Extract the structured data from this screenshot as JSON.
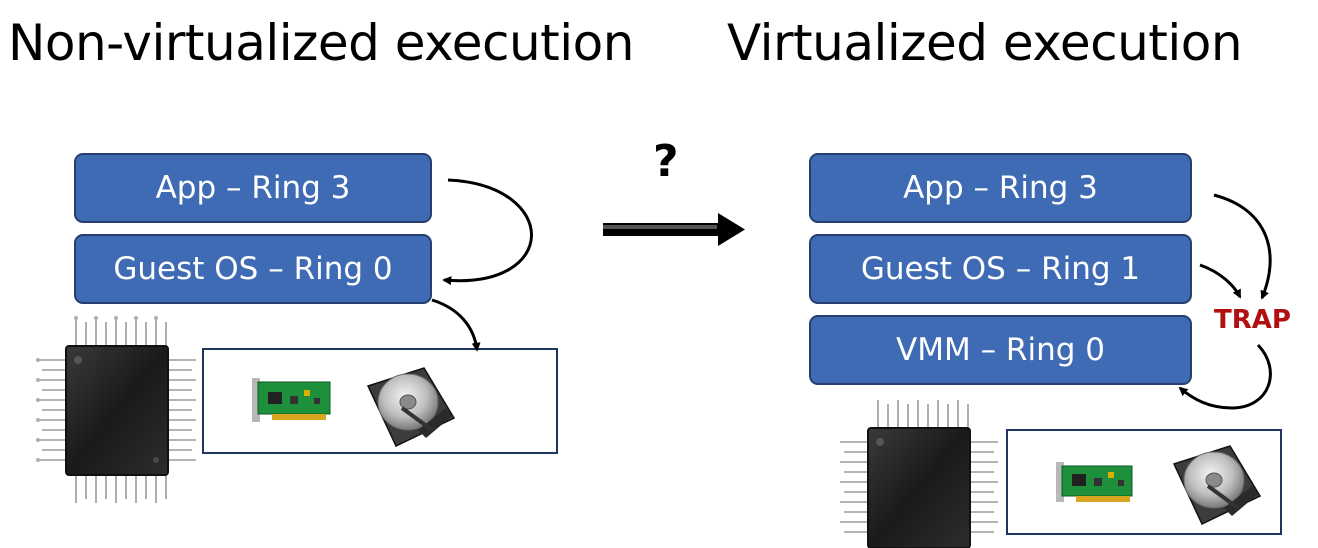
{
  "left": {
    "title": "Non-virtualized execution",
    "app_label": "App – Ring 3",
    "guest_label": "Guest OS – Ring 0"
  },
  "right": {
    "title": "Virtualized execution",
    "app_label": "App – Ring 3",
    "guest_label": "Guest OS – Ring 1",
    "vmm_label": "VMM – Ring 0",
    "trap_label": "TRAP"
  },
  "transition": {
    "question": "?"
  },
  "icons": {
    "cpu": "cpu-chip-icon",
    "nic": "network-card-icon",
    "disk": "hard-disk-icon"
  },
  "colors": {
    "box_fill": "#3f6bb5",
    "box_border": "#263f6e",
    "trap": "#b01010"
  }
}
